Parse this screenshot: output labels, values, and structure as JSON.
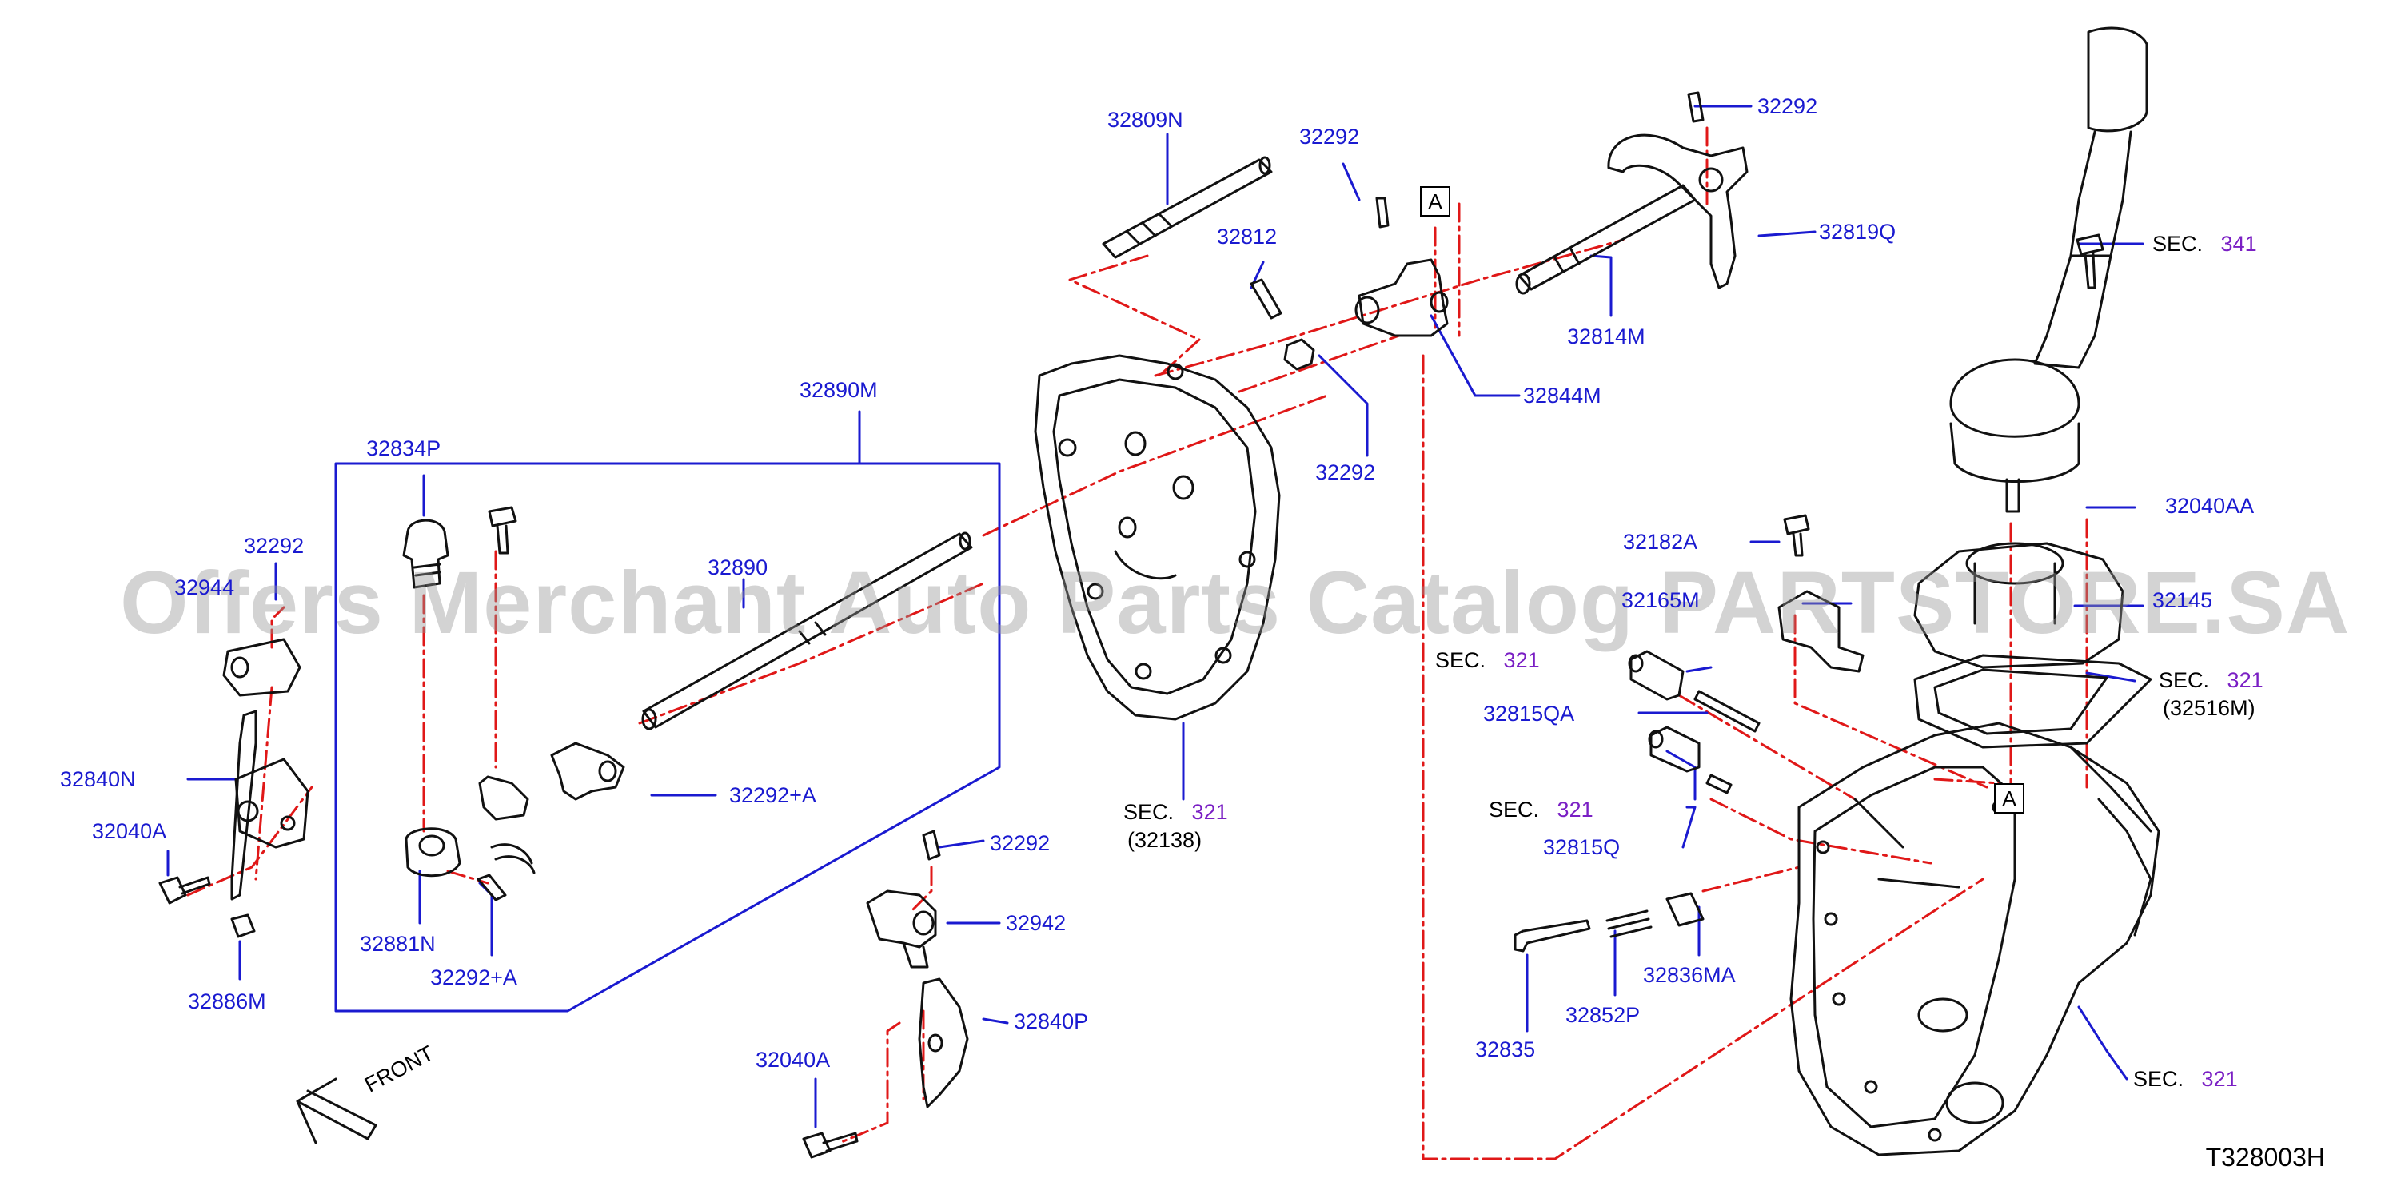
{
  "diagram_code": "T328003H",
  "watermark": "Offers Merchant Auto Parts Catalog PARTSTORE.SA",
  "front_label": "FRONT",
  "ref_box_letter": "A",
  "sec_prefix": "SEC.",
  "part_labels": {
    "p32809N": "32809N",
    "p32292_a": "32292",
    "p32292_b": "32292",
    "p32819Q": "32819Q",
    "p32812": "32812",
    "p32814M": "32814M",
    "p32844M": "32844M",
    "p32292_c": "32292",
    "p32890M": "32890M",
    "p32834P": "32834P",
    "p32292_d": "32292",
    "p32944": "32944",
    "p32890": "32890",
    "p32840N": "32840N",
    "p32040A_a": "32040A",
    "p32292A_a": "32292+A",
    "p32881N": "32881N",
    "p32292A_b": "32292+A",
    "p32886M": "32886M",
    "p32292_e": "32292",
    "p32942": "32942",
    "p32840P": "32840P",
    "p32040A_b": "32040A",
    "p32040AA": "32040AA",
    "p32182A": "32182A",
    "p32165M": "32165M",
    "p32145": "32145",
    "p32815QA": "32815QA",
    "p32815Q": "32815Q",
    "p32835": "32835",
    "p32852P": "32852P",
    "p32836MA": "32836MA"
  },
  "sections": {
    "s341": {
      "num": "341"
    },
    "s321_case": {
      "num": "321",
      "sub": "(32138)"
    },
    "s321_gasket": {
      "num": "321",
      "sub": "(32516M)"
    },
    "s321_sw1": {
      "num": "321"
    },
    "s321_sw2": {
      "num": "321"
    },
    "s321_trans": {
      "num": "321"
    }
  },
  "colors": {
    "leader": "#1a1ad0",
    "center_line": "#e01818",
    "part_outline": "#000000",
    "section_number": "#7a1fc4"
  }
}
